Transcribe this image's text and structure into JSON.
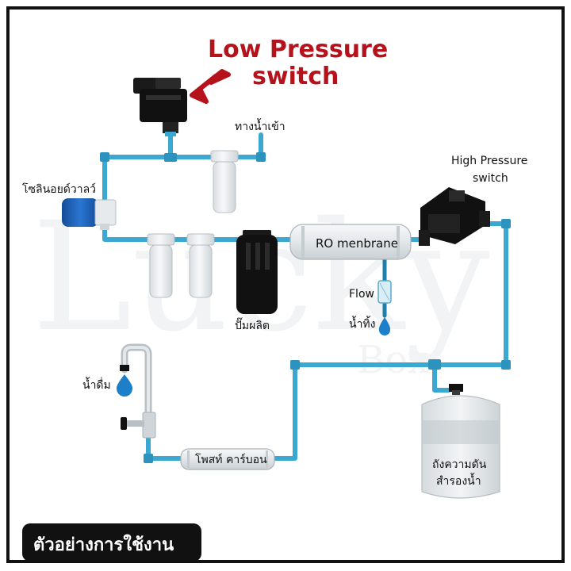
{
  "title_low_pressure_line1": "Low Pressure",
  "title_low_pressure_line2": "switch",
  "label_water_inlet": "ทางน้ำเข้า",
  "label_solenoid_valve": "โซลินอยด์วาลว์",
  "label_high_pressure_line1": "High Pressure",
  "label_high_pressure_line2": "switch",
  "label_ro_membrane": "RO menbrane",
  "label_pump": "ปั๊มผลิต",
  "label_flow": "Flow",
  "label_waste_water": "น้ำทิ้ง",
  "label_drinking_water": "น้ำดื่ม",
  "label_post_carbon": "โพสท์ คาร์บอน",
  "label_tank_line1": "ถังความดัน",
  "label_tank_line2": "สำรองน้ำ",
  "watermark_main": "Lucky",
  "watermark_sub": "Box",
  "footer_banner": "ตัวอย่างการใช้งาน",
  "colors": {
    "pipe": "#3aa8d0",
    "pipe_dark": "#1f7fa8",
    "accent_red": "#b5121b",
    "frame": "#111111",
    "housing": "#e8ecee",
    "solenoid_blue": "#1d5fb8",
    "drop_blue": "#1d7fc8"
  }
}
